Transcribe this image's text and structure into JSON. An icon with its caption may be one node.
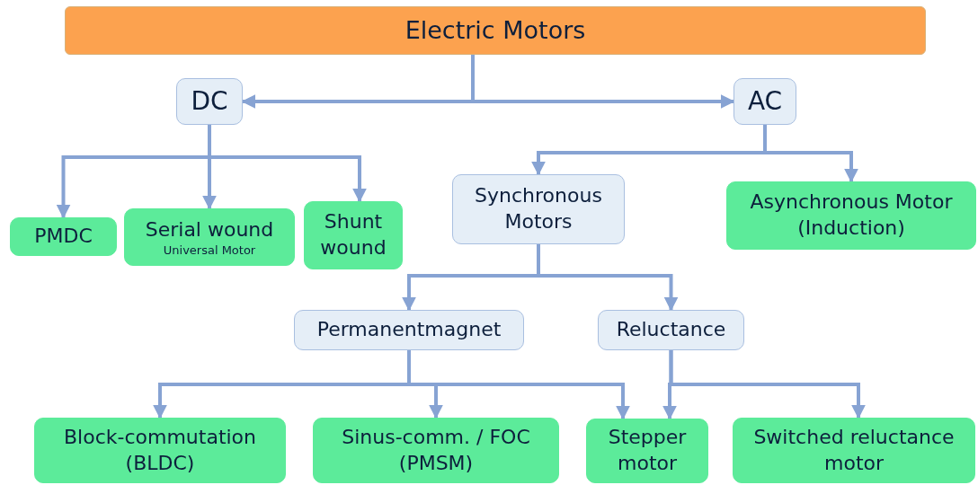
{
  "diagram": {
    "nodes": [
      {
        "text": [
          "Electric Motors"
        ]
      },
      {
        "text": [
          "DC"
        ]
      },
      {
        "text": [
          "AC"
        ]
      },
      {
        "text": [
          "PMDC"
        ]
      },
      {
        "text": [
          "Serial wound",
          "Universal Motor"
        ]
      },
      {
        "text": [
          "Shunt wound"
        ]
      },
      {
        "text": [
          "Synchronous Motors"
        ]
      },
      {
        "text": [
          "Asynchronous Motor (Induction)"
        ]
      },
      {
        "text": [
          "Permanentmagnet"
        ]
      },
      {
        "text": [
          "Reluctance"
        ]
      },
      {
        "text": [
          "Block-commutation (BLDC)"
        ]
      },
      {
        "text": [
          "Sinus-comm. / FOC (PMSM)"
        ]
      },
      {
        "text": [
          "Stepper motor"
        ]
      },
      {
        "text": [
          "Switched reluctance motor"
        ]
      }
    ],
    "edges": [
      {
        "from": 0,
        "to": 1,
        "arrow": "to"
      },
      {
        "from": 0,
        "to": 2,
        "arrow": "to"
      },
      {
        "from": 1,
        "to": 3,
        "arrow": "to"
      },
      {
        "from": 1,
        "to": 4,
        "arrow": "to"
      },
      {
        "from": 1,
        "to": 5,
        "arrow": "to"
      },
      {
        "from": 2,
        "to": 6,
        "arrow": "to"
      },
      {
        "from": 2,
        "to": 7,
        "arrow": "to"
      },
      {
        "from": 6,
        "to": 8,
        "arrow": "to"
      },
      {
        "from": 6,
        "to": 9,
        "arrow": "to"
      },
      {
        "from": 8,
        "to": 10,
        "arrow": "to"
      },
      {
        "from": 8,
        "to": 11,
        "arrow": "to"
      },
      {
        "from": 8,
        "to": 12,
        "arrow": "to"
      },
      {
        "from": 9,
        "to": 12,
        "arrow": "to"
      },
      {
        "from": 9,
        "to": 13,
        "arrow": "to"
      }
    ]
  }
}
